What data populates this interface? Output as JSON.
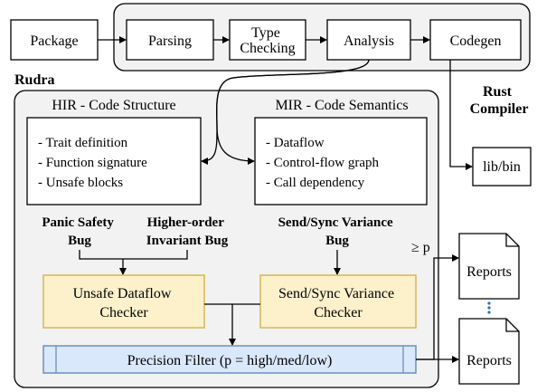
{
  "pipeline": {
    "package": "Package",
    "parsing": "Parsing",
    "type_checking": [
      "Type",
      "Checking"
    ],
    "analysis": "Analysis",
    "codegen": "Codegen"
  },
  "labels": {
    "rudra": "Rudra",
    "rust_compiler": [
      "Rust",
      "Compiler"
    ],
    "lib_bin": "lib/bin"
  },
  "hir": {
    "title": "HIR - Code Structure",
    "items": [
      "- Trait definition",
      "- Function signature",
      "- Unsafe blocks"
    ]
  },
  "mir": {
    "title": "MIR - Code Semantics",
    "items": [
      "- Dataflow",
      "- Control-flow graph",
      "- Call dependency"
    ]
  },
  "bugs": {
    "panic_safety": [
      "Panic Safety",
      "Bug"
    ],
    "higher_order": [
      "Higher-order",
      "Invariant Bug"
    ],
    "send_sync": [
      "Send/Sync Variance",
      "Bug"
    ]
  },
  "checkers": {
    "unsafe_dataflow": [
      "Unsafe Dataflow",
      "Checker"
    ],
    "send_sync_variance": [
      "Send/Sync Variance",
      "Checker"
    ]
  },
  "filter": {
    "label": "Precision Filter (p = high/med/low)"
  },
  "reports": {
    "threshold": "≥ p",
    "top": "Reports",
    "bottom": "Reports"
  },
  "colors": {
    "stroke": "#000000",
    "panel_fill": "#f2f2f2",
    "checker_fill": "#fdf1cc",
    "checker_stroke": "#d6b656",
    "filter_fill": "#dae8fc",
    "filter_stroke": "#6c8ebf",
    "dots": "#2f6fb0"
  }
}
